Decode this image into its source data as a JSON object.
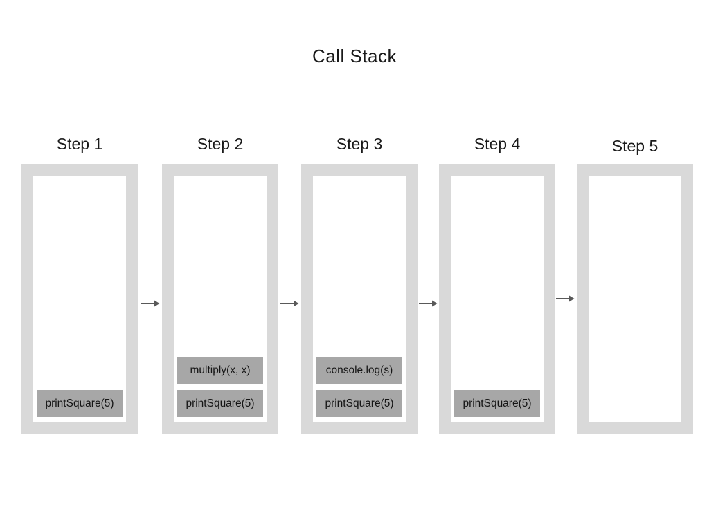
{
  "title": "Call Stack",
  "colors": {
    "frame": "#d9d9d9",
    "box": "#a7a7a7",
    "arrow": "#595959",
    "text": "#1a1a1a"
  },
  "steps": [
    {
      "label": "Step 1",
      "stack": [
        "printSquare(5)"
      ]
    },
    {
      "label": "Step 2",
      "stack": [
        "multiply(x, x)",
        "printSquare(5)"
      ]
    },
    {
      "label": "Step 3",
      "stack": [
        "console.log(s)",
        "printSquare(5)"
      ]
    },
    {
      "label": "Step 4",
      "stack": [
        "printSquare(5)"
      ]
    },
    {
      "label": "Step 5",
      "stack": []
    }
  ],
  "arrow_icon": "right-arrow"
}
